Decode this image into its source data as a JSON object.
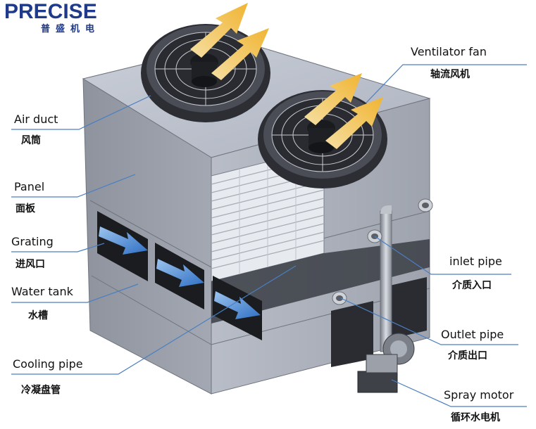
{
  "logo": {
    "brand": "PRECISE",
    "subtitle": "普盛机电"
  },
  "labels": {
    "ventilator_fan": {
      "en": "Ventilator fan",
      "cn": "轴流风机"
    },
    "air_duct": {
      "en": "Air duct",
      "cn": "风筒"
    },
    "panel": {
      "en": "Panel",
      "cn": "面板"
    },
    "grating": {
      "en": "Grating",
      "cn": "进风口"
    },
    "water_tank": {
      "en": "Water tank",
      "cn": "水槽"
    },
    "cooling_pipe": {
      "en": "Cooling pipe",
      "cn": "冷凝盘管"
    },
    "inlet_pipe": {
      "en": "inlet pipe",
      "cn": "介质入口"
    },
    "outlet_pipe": {
      "en": "Outlet pipe",
      "cn": "介质出口"
    },
    "spray_motor": {
      "en": "Spray motor",
      "cn": "循环水电机"
    }
  },
  "colors": {
    "brand": "#1f3a8a",
    "leader_line": "#4a7fc1",
    "airflow_arrow": "#f0b93a",
    "intake_arrow": "#3a7fd0",
    "housing": "#9aa0ab"
  }
}
